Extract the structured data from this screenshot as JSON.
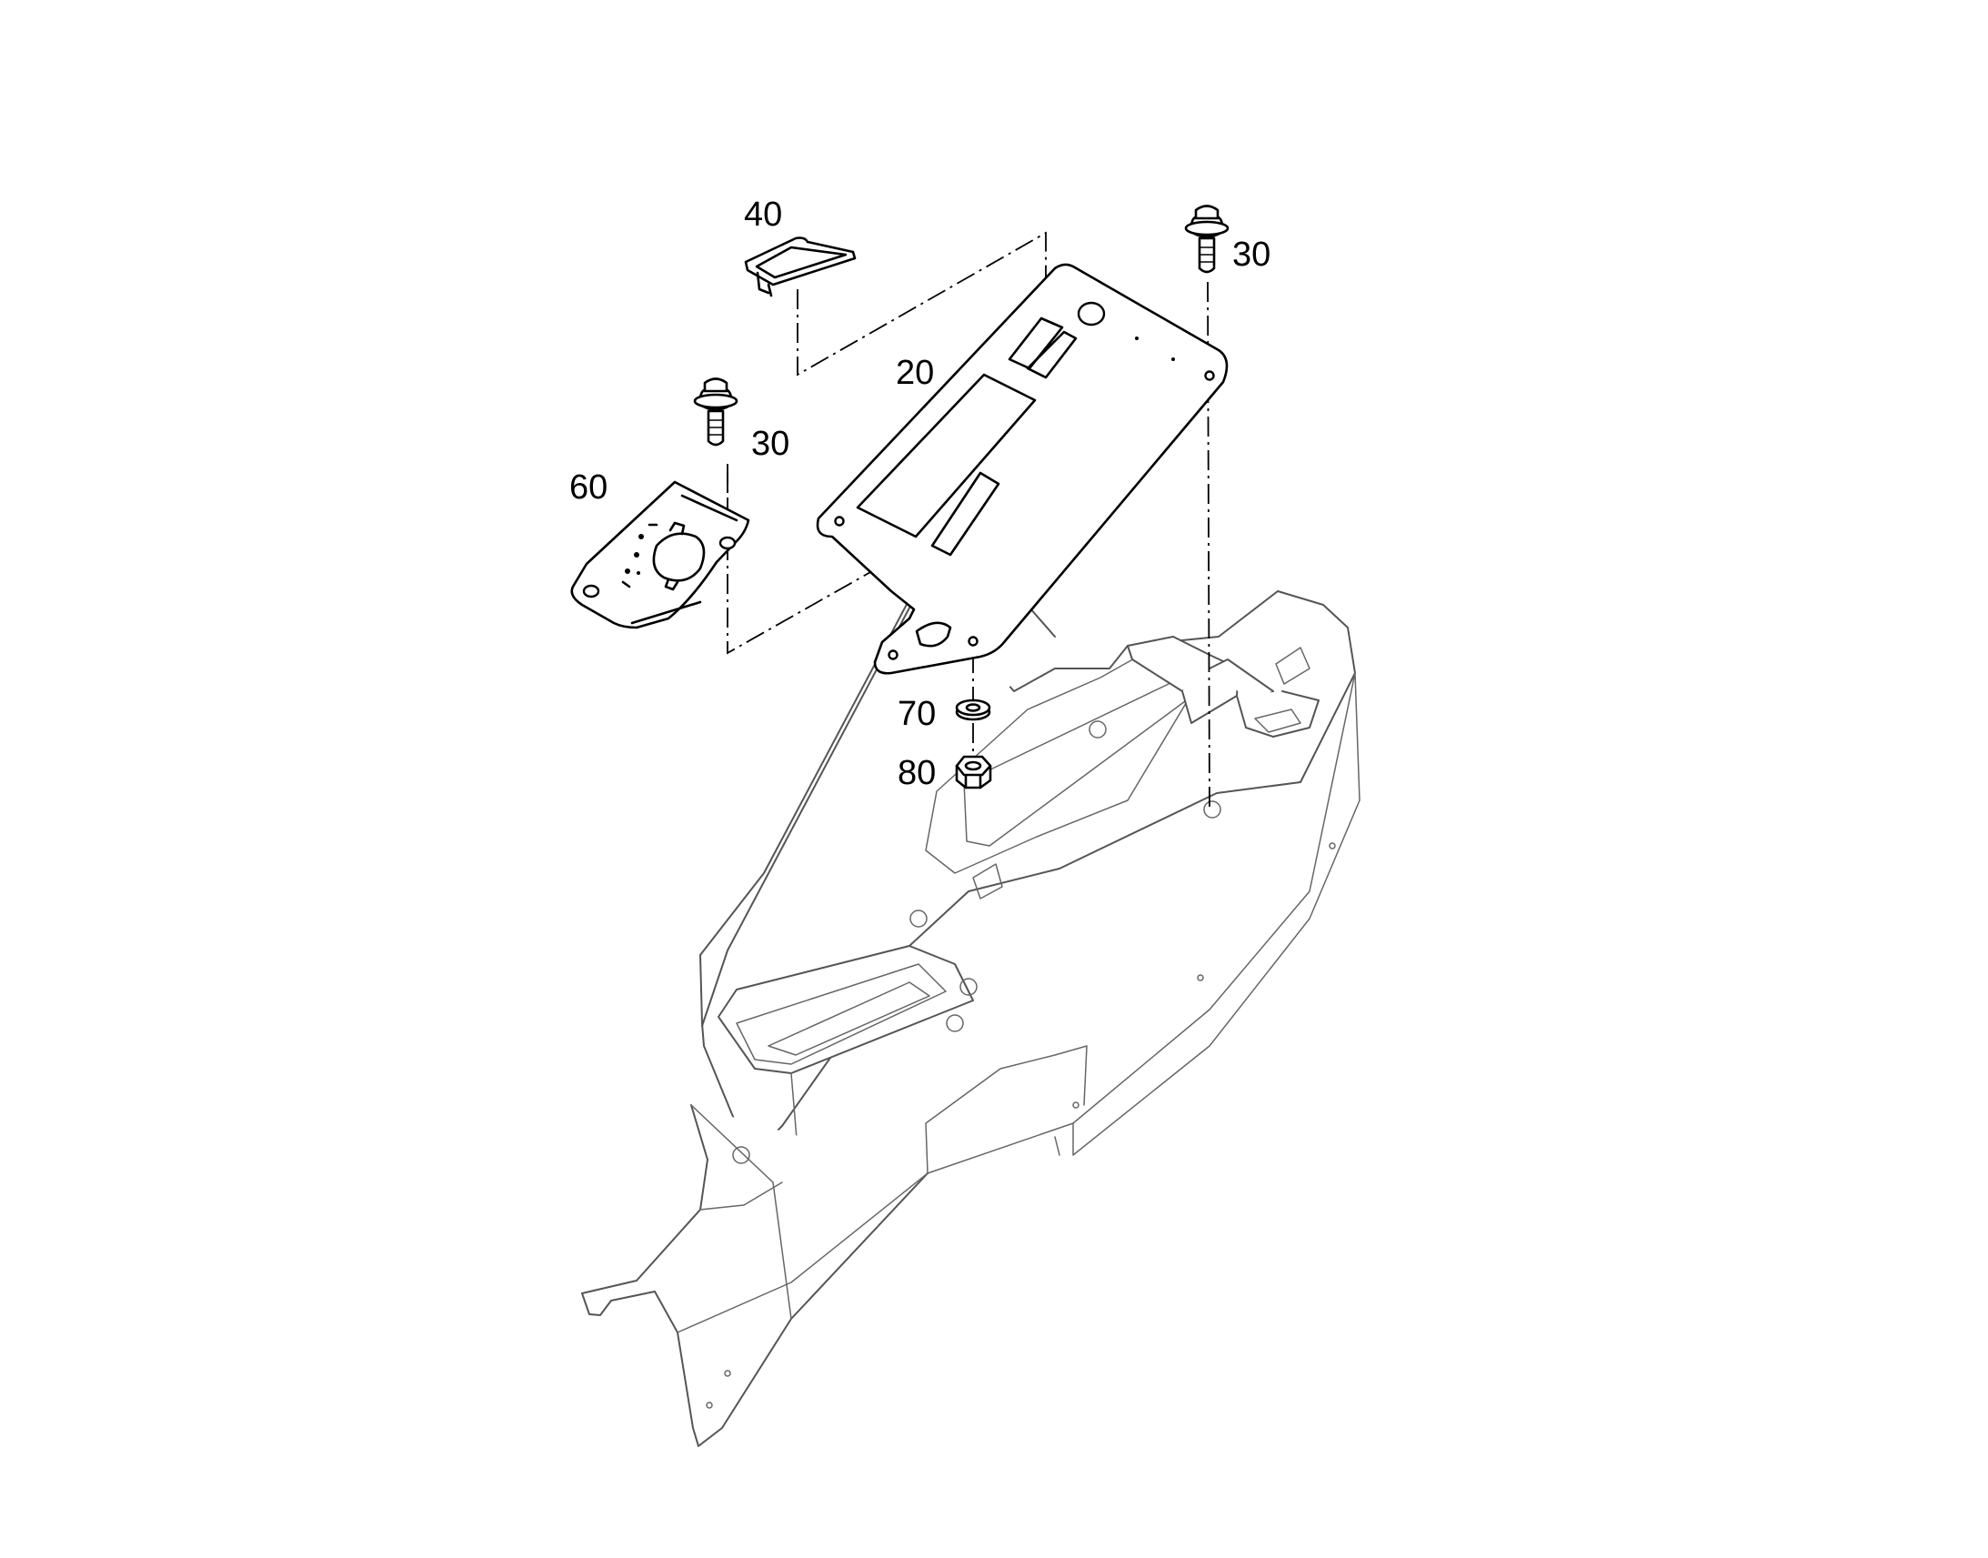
{
  "callouts": {
    "part_40": "40",
    "part_30_right": "30",
    "part_20": "20",
    "part_30_left": "30",
    "part_60": "60",
    "part_70": "70",
    "part_80": "80"
  }
}
